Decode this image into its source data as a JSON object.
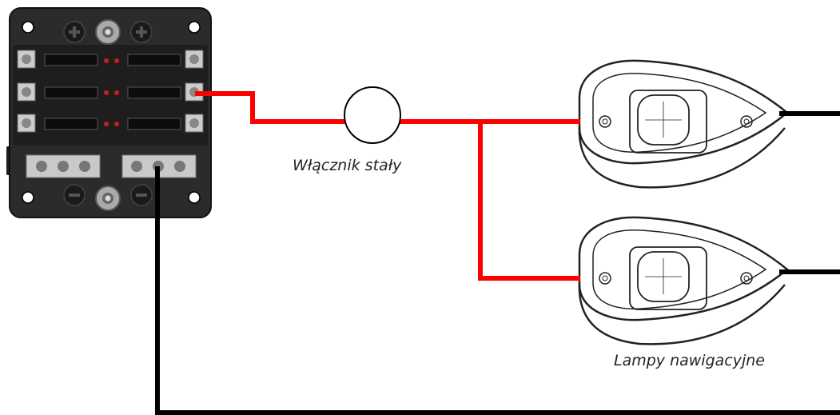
{
  "labels": {
    "switch": "Włącznik stały",
    "lamps": "Lampy nawigacyjne"
  },
  "components": {
    "fuse_box": {
      "fuse_count": 6,
      "positive_terminals": 3,
      "negative_terminals": 3
    },
    "switch": {
      "type": "constant"
    },
    "lamps": {
      "count": 2
    }
  },
  "colors": {
    "positive_wire": "#ff0000",
    "negative_wire": "#000000",
    "fuse_box_body": "#2b2b2b",
    "indicator_led": "#c81e1e"
  },
  "icons": [
    "plus-icon",
    "minus-icon",
    "switch-icon",
    "lamp-icon"
  ]
}
